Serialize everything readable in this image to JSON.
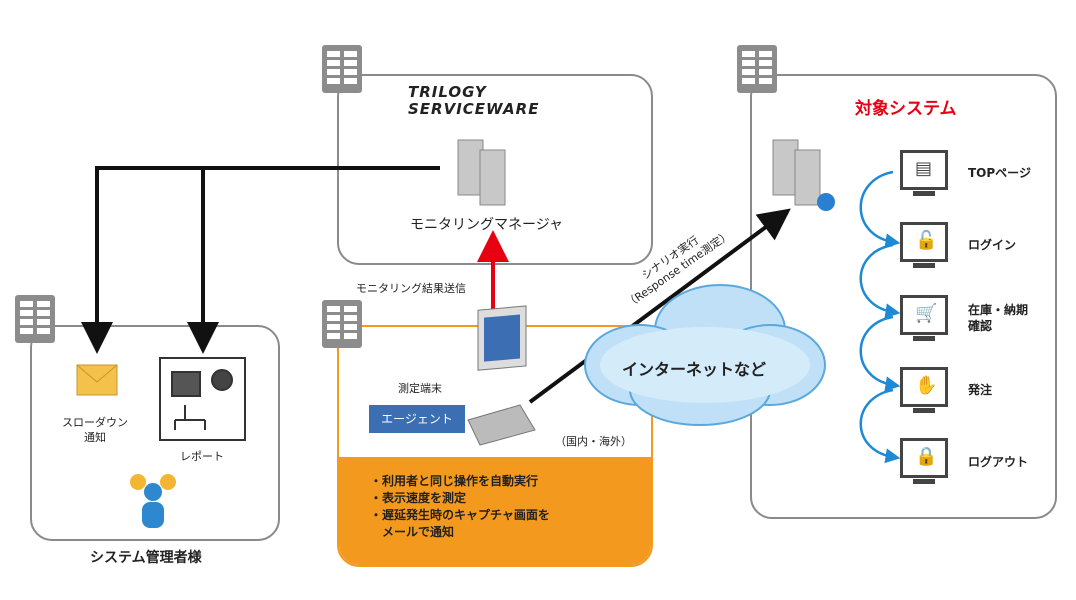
{
  "brand": {
    "line1": "TRILOGY",
    "line2": "SERVICEWARE"
  },
  "manager": {
    "label": "モニタリングマネージャ"
  },
  "admin": {
    "title": "システム管理者様",
    "slowdown": "スローダウン\n通知",
    "slowdown_1": "スローダウン",
    "slowdown_2": "通知",
    "report": "レポート"
  },
  "send_label": "モニタリング結果送信",
  "terminal": {
    "label": "測定端末",
    "agent": "エージェント",
    "region": "（国内・海外）",
    "bullets": [
      "・利用者と同じ操作を自動実行",
      "・表示速度を測定",
      "・遅延発生時のキャプチャ画面を",
      "　メールで通知"
    ]
  },
  "scenario": {
    "line1": "シナリオ実行",
    "line2": "（Response time測定）"
  },
  "internet": "インターネットなど",
  "target": {
    "title": "対象システム",
    "steps": [
      {
        "label": "TOPページ",
        "icon": "web-page-icon"
      },
      {
        "label": "ログイン",
        "icon": "unlock-icon"
      },
      {
        "label": "在庫・納期\n確認",
        "label_1": "在庫・納期",
        "label_2": "確認",
        "icon": "cart-icon"
      },
      {
        "label": "発注",
        "icon": "order-hand-icon"
      },
      {
        "label": "ログアウト",
        "icon": "lock-icon"
      }
    ]
  },
  "colors": {
    "orange": "#f39a1e",
    "red": "#e60012",
    "blue": "#1e8ad6",
    "agent": "#3c6eb4"
  }
}
